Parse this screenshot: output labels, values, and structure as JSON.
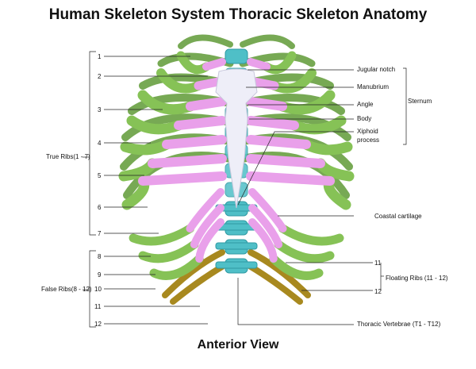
{
  "title": "Human Skeleton System Thoracic Skeleton Anatomy",
  "subtitle": "Anterior View",
  "left_labels": {
    "rib_numbers": [
      "1",
      "2",
      "3",
      "4",
      "5",
      "6",
      "7",
      "8",
      "9",
      "10",
      "11",
      "12"
    ],
    "true_ribs": "True Ribs(1 - 7)",
    "false_ribs": "False Ribs(8 - 12)"
  },
  "right_labels": {
    "jugular_notch": "Jugular notch",
    "manubrium": "Manubrium",
    "angle": "Angle",
    "body": "Body",
    "xiphoid_line1": "Xiphoid",
    "xiphoid_line2": "process",
    "sternum": "Sternum",
    "coastal_cartilage": "Coastal cartilage",
    "rib_11": "11",
    "rib_12": "12",
    "floating_ribs": "Floating Ribs (11 - 12)",
    "thoracic_vertebrae": "Thoracic Vertebrae (T1 - T12)"
  },
  "colors": {
    "rib_bone": "#86c256",
    "rib_bone_dark": "#5f9a36",
    "cartilage": "#e9a0ea",
    "cartilage_dark": "#c77ed0",
    "sternum": "#eeeef8",
    "vertebra": "#4fbfc7",
    "vertebra_dark": "#2f9aa3",
    "floating_rib": "#a8891f"
  }
}
